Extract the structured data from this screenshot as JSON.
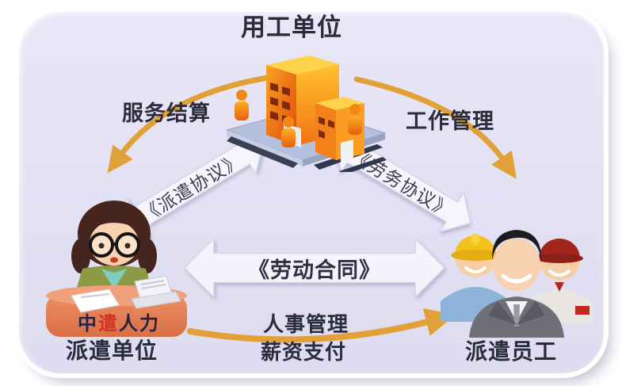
{
  "diagram": {
    "title_hint": "labor-dispatch-triangle",
    "nodes": {
      "employer": {
        "label": "用工单位"
      },
      "dispatch_unit": {
        "label": "派遣单位"
      },
      "dispatched_staff": {
        "label": "派遣员工"
      }
    },
    "desk_brand": {
      "char1": "中",
      "char2": "遣",
      "rest": "人力"
    },
    "edges": {
      "service_settlement": {
        "label": "服务结算",
        "from": "用工单位",
        "to": "派遣单位"
      },
      "work_management": {
        "label": "工作管理",
        "from": "用工单位",
        "to": "派遣员工"
      },
      "dispatch_agreement": {
        "label": "《派遣协议》",
        "between": "用工单位-派遣单位"
      },
      "labor_service_agreement": {
        "label": "《劳务协议》",
        "between": "用工单位-派遣员工"
      },
      "labor_contract": {
        "label": "《劳动合同》",
        "between": "派遣单位-派遣员工"
      },
      "personnel_management": {
        "label": "人事管理",
        "from": "派遣单位",
        "to": "派遣员工"
      },
      "salary_payment": {
        "label": "薪资支付",
        "from": "派遣单位",
        "to": "派遣员工"
      }
    },
    "colors": {
      "panel_bg": "#E3E1F4",
      "gold_arrow": "#E2A138",
      "text": "#2B2B3E",
      "brand_red": "#D23226",
      "building_orange": "#F6921E",
      "desk_orange": "#E5855F",
      "block_arrow_fill": "#F6F5FC"
    }
  }
}
